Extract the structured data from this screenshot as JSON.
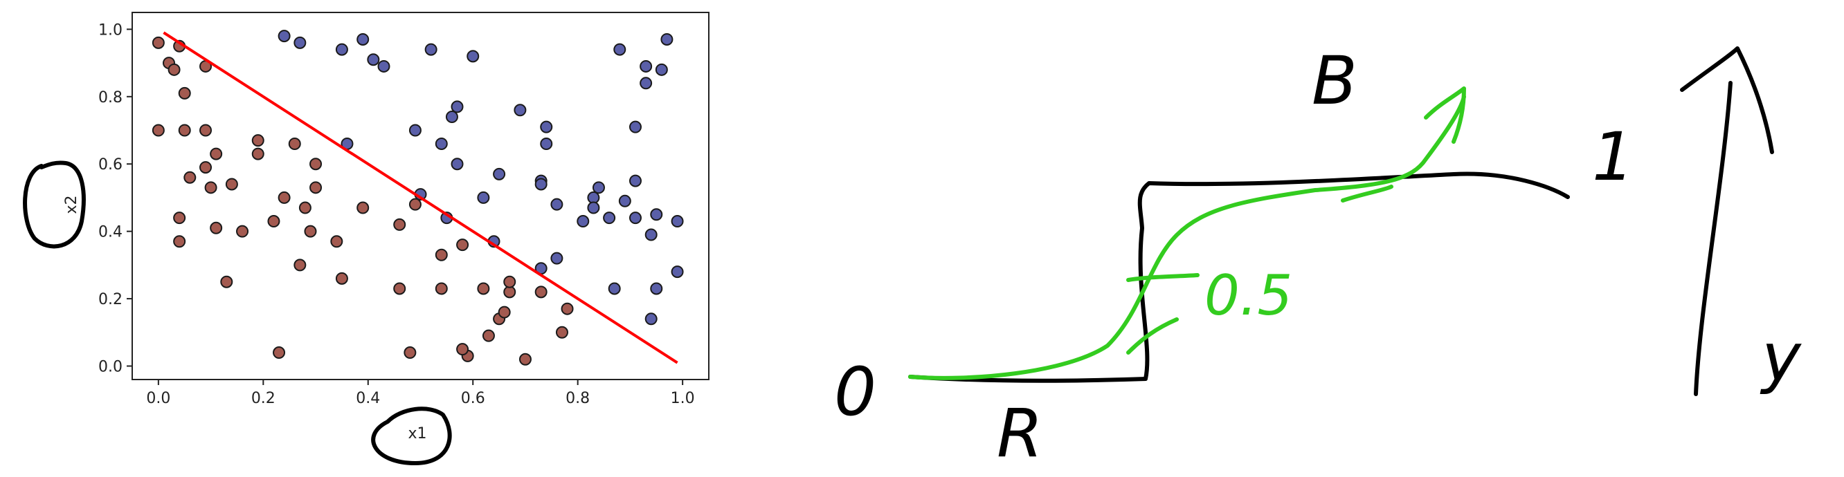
{
  "chart_data": {
    "type": "scatter",
    "xlabel": "x1",
    "ylabel": "x2",
    "xlim": [
      -0.05,
      1.05
    ],
    "ylim": [
      -0.04,
      1.05
    ],
    "xticks": [
      "0.0",
      "0.2",
      "0.4",
      "0.6",
      "0.8",
      "1.0"
    ],
    "yticks": [
      "0.0",
      "0.2",
      "0.4",
      "0.6",
      "0.8",
      "1.0"
    ],
    "grid": false,
    "colors": {
      "blue": "#5a5fa8",
      "red": "#a35a50",
      "line": "#ff0000"
    },
    "line": {
      "x": [
        0.01,
        0.99
      ],
      "y": [
        0.99,
        0.01
      ]
    },
    "series": [
      {
        "color": "blue",
        "points": [
          [
            0.24,
            0.98
          ],
          [
            0.27,
            0.96
          ],
          [
            0.35,
            0.94
          ],
          [
            0.39,
            0.97
          ],
          [
            0.41,
            0.91
          ],
          [
            0.43,
            0.89
          ],
          [
            0.52,
            0.94
          ],
          [
            0.6,
            0.92
          ],
          [
            0.88,
            0.94
          ],
          [
            0.93,
            0.89
          ],
          [
            0.96,
            0.88
          ],
          [
            0.97,
            0.97
          ],
          [
            0.93,
            0.84
          ],
          [
            0.91,
            0.71
          ],
          [
            0.69,
            0.76
          ],
          [
            0.57,
            0.77
          ],
          [
            0.56,
            0.74
          ],
          [
            0.49,
            0.7
          ],
          [
            0.36,
            0.66
          ],
          [
            0.54,
            0.66
          ],
          [
            0.74,
            0.71
          ],
          [
            0.74,
            0.66
          ],
          [
            0.57,
            0.6
          ],
          [
            0.65,
            0.57
          ],
          [
            0.73,
            0.55
          ],
          [
            0.73,
            0.54
          ],
          [
            0.84,
            0.53
          ],
          [
            0.83,
            0.5
          ],
          [
            0.83,
            0.47
          ],
          [
            0.81,
            0.43
          ],
          [
            0.86,
            0.44
          ],
          [
            0.89,
            0.49
          ],
          [
            0.91,
            0.55
          ],
          [
            0.91,
            0.44
          ],
          [
            0.94,
            0.39
          ],
          [
            0.95,
            0.45
          ],
          [
            0.99,
            0.43
          ],
          [
            0.99,
            0.28
          ],
          [
            0.95,
            0.23
          ],
          [
            0.94,
            0.14
          ],
          [
            0.87,
            0.23
          ],
          [
            0.76,
            0.32
          ],
          [
            0.73,
            0.29
          ],
          [
            0.76,
            0.48
          ],
          [
            0.62,
            0.5
          ],
          [
            0.64,
            0.37
          ],
          [
            0.5,
            0.51
          ],
          [
            0.55,
            0.44
          ]
        ]
      },
      {
        "color": "red",
        "points": [
          [
            0.0,
            0.96
          ],
          [
            0.02,
            0.9
          ],
          [
            0.03,
            0.88
          ],
          [
            0.04,
            0.95
          ],
          [
            0.09,
            0.89
          ],
          [
            0.05,
            0.81
          ],
          [
            0.0,
            0.7
          ],
          [
            0.05,
            0.7
          ],
          [
            0.09,
            0.7
          ],
          [
            0.06,
            0.56
          ],
          [
            0.09,
            0.59
          ],
          [
            0.1,
            0.53
          ],
          [
            0.11,
            0.63
          ],
          [
            0.14,
            0.54
          ],
          [
            0.19,
            0.67
          ],
          [
            0.19,
            0.63
          ],
          [
            0.26,
            0.66
          ],
          [
            0.3,
            0.6
          ],
          [
            0.3,
            0.53
          ],
          [
            0.24,
            0.5
          ],
          [
            0.28,
            0.47
          ],
          [
            0.22,
            0.43
          ],
          [
            0.29,
            0.4
          ],
          [
            0.16,
            0.4
          ],
          [
            0.11,
            0.41
          ],
          [
            0.04,
            0.44
          ],
          [
            0.04,
            0.37
          ],
          [
            0.13,
            0.25
          ],
          [
            0.27,
            0.3
          ],
          [
            0.34,
            0.37
          ],
          [
            0.35,
            0.26
          ],
          [
            0.39,
            0.47
          ],
          [
            0.46,
            0.42
          ],
          [
            0.46,
            0.23
          ],
          [
            0.49,
            0.48
          ],
          [
            0.54,
            0.33
          ],
          [
            0.54,
            0.23
          ],
          [
            0.58,
            0.36
          ],
          [
            0.62,
            0.23
          ],
          [
            0.65,
            0.14
          ],
          [
            0.66,
            0.16
          ],
          [
            0.67,
            0.22
          ],
          [
            0.67,
            0.25
          ],
          [
            0.73,
            0.22
          ],
          [
            0.78,
            0.17
          ],
          [
            0.77,
            0.1
          ],
          [
            0.7,
            0.02
          ],
          [
            0.63,
            0.09
          ],
          [
            0.59,
            0.03
          ],
          [
            0.58,
            0.05
          ],
          [
            0.48,
            0.04
          ],
          [
            0.23,
            0.04
          ]
        ]
      }
    ]
  },
  "handwriting": {
    "label_B": "B",
    "label_R": "R",
    "label_zero": "0",
    "label_one": "1",
    "label_y": "y",
    "label_half": "0.5"
  }
}
